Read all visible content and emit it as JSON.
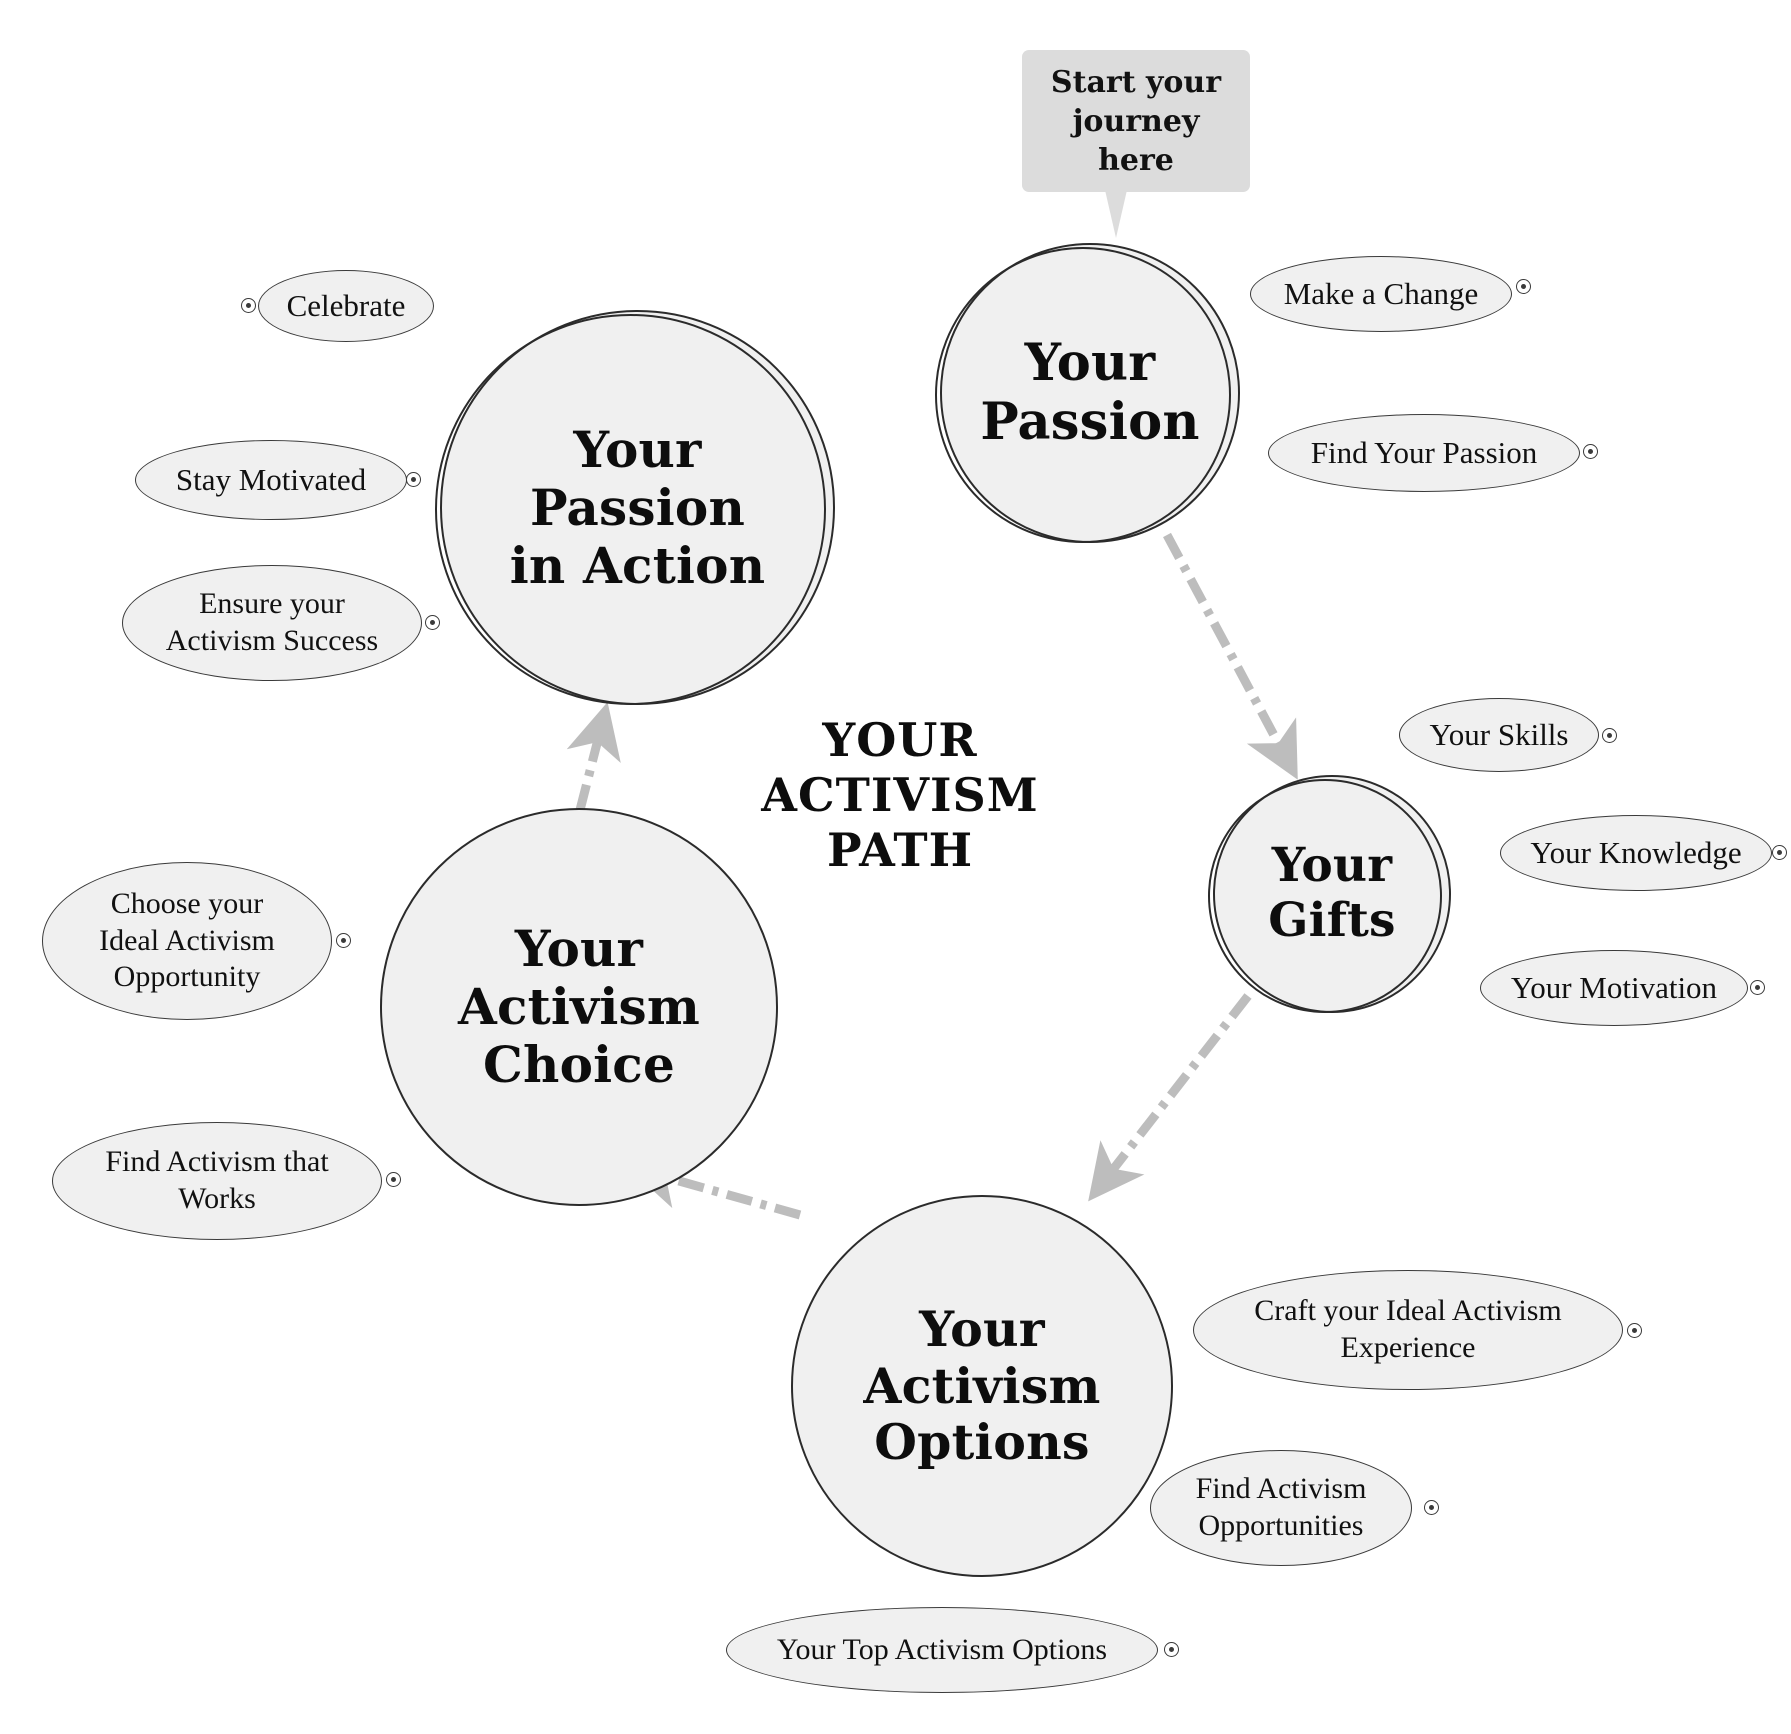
{
  "diagram": {
    "center_title": "YOUR\nACTIVISM\nPATH",
    "callout": {
      "text": "Start your\njourney\nhere"
    },
    "hubs": [
      {
        "id": "your-passion",
        "label": "Your\nPassion"
      },
      {
        "id": "your-gifts",
        "label": "Your\nGifts"
      },
      {
        "id": "your-activism-options",
        "label": "Your\nActivism\nOptions"
      },
      {
        "id": "your-activism-choice",
        "label": "Your\nActivism\nChoice"
      },
      {
        "id": "your-passion-in-action",
        "label": "Your\nPassion\nin Action"
      }
    ],
    "ovals": [
      {
        "id": "make-a-change",
        "label": "Make a Change"
      },
      {
        "id": "find-your-passion",
        "label": "Find Your Passion"
      },
      {
        "id": "your-skills",
        "label": "Your Skills"
      },
      {
        "id": "your-knowledge",
        "label": "Your Knowledge"
      },
      {
        "id": "your-motivation",
        "label": "Your Motivation"
      },
      {
        "id": "craft-your-ideal-activism-experience",
        "label": "Craft your Ideal Activism\nExperience"
      },
      {
        "id": "find-activism-opportunities",
        "label": "Find Activism\nOpportunities"
      },
      {
        "id": "your-top-activism-options",
        "label": "Your Top Activism Options"
      },
      {
        "id": "find-activism-that-works",
        "label": "Find Activism that\nWorks"
      },
      {
        "id": "choose-your-ideal-activism-opportunity",
        "label": "Choose your\nIdeal  Activism\nOpportunity"
      },
      {
        "id": "ensure-your-activism-success",
        "label": "Ensure your\nActivism Success"
      },
      {
        "id": "stay-motivated",
        "label": "Stay Motivated"
      },
      {
        "id": "celebrate",
        "label": "Celebrate"
      }
    ],
    "colors": {
      "node_fill": "#f0f0f0",
      "node_stroke": "#2b2b2b",
      "connector": "#bdbdbd",
      "callout_fill": "#dcdcdc",
      "text": "#0d0d0d",
      "background": "#ffffff"
    },
    "flow_order": [
      "your-passion",
      "your-gifts",
      "your-activism-options",
      "your-activism-choice",
      "your-passion-in-action"
    ]
  }
}
